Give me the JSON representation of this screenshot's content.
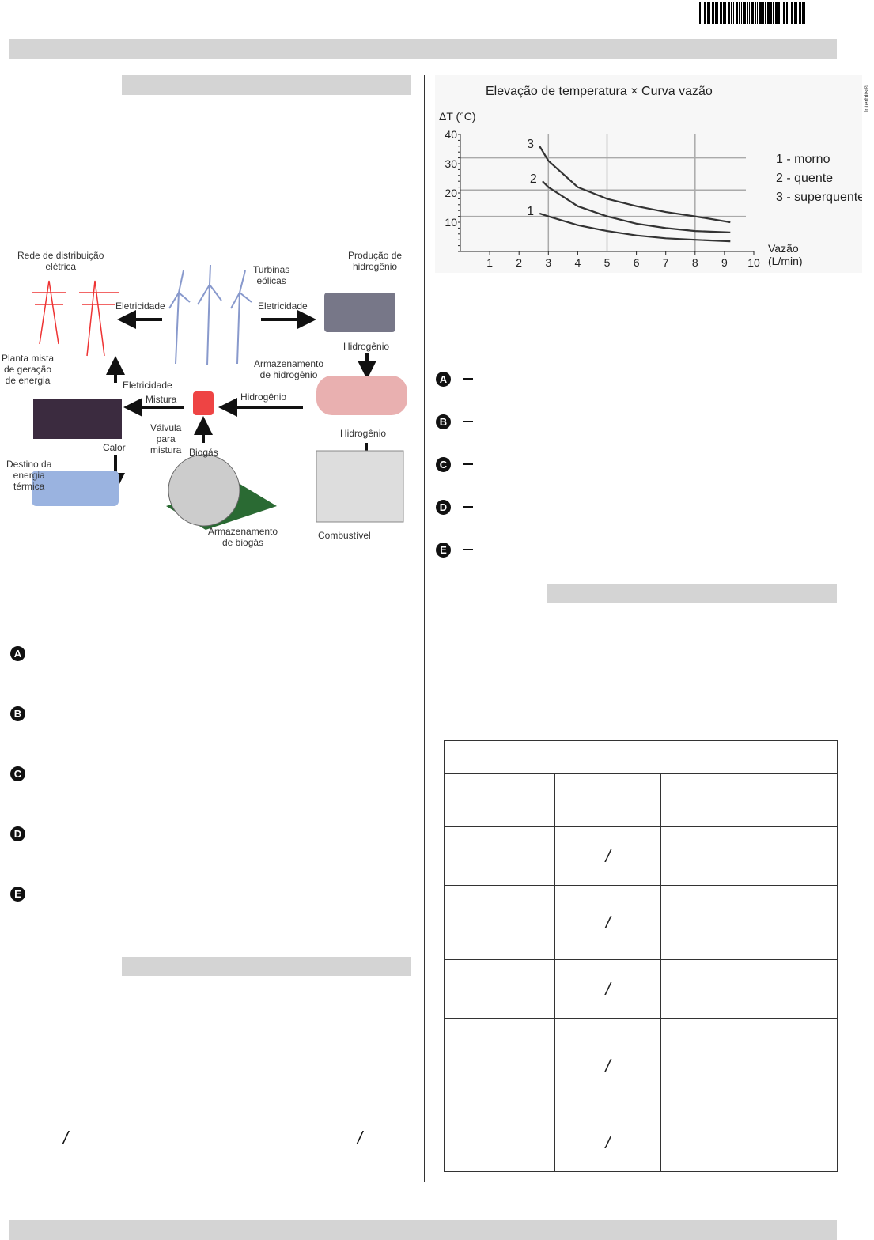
{
  "barcode": "barcode",
  "options_left": [
    "A",
    "B",
    "C",
    "D",
    "E"
  ],
  "options_right": [
    "A",
    "B",
    "C",
    "D",
    "E"
  ],
  "diagram": {
    "labels": {
      "grid": "Rede de distribuição\nelétrica",
      "turbines": "Turbinas\neólicas",
      "h2prod": "Produção de\nhidrogênio",
      "elec_left": "Eletricidade",
      "elec_right": "Eletricidade",
      "h2_1": "Hidrogênio",
      "h2store": "Armazenamento\nde hidrogênio",
      "plant": "Planta mista\nde geração\nde energia",
      "elec_up": "Eletricidade",
      "mix": "Mistura",
      "h2_2": "Hidrogênio",
      "valve": "Válvula\npara\nmistura",
      "biogas": "Biogás",
      "h2_3": "Hidrogênio",
      "heat": "Calor",
      "thermal": "Destino da\nenergia\ntérmica",
      "biostore": "Armazenamento\nde biogás",
      "fuel": "Combustível"
    }
  },
  "credit": "Interbits®",
  "table": {
    "slash": "/"
  },
  "inline_slash": "/",
  "chart_data": {
    "type": "line",
    "title": "Elevação de temperatura × Curva vazão",
    "ylabel": "ΔT (°C)",
    "xlabel": "Vazão\n(L/min)",
    "xlim": [
      0,
      10
    ],
    "ylim": [
      0,
      40
    ],
    "xticks": [
      "1",
      "2",
      "3",
      "4",
      "5",
      "6",
      "7",
      "8",
      "9",
      "10"
    ],
    "yticks": [
      "10",
      "20",
      "30",
      "40"
    ],
    "grid_x": [
      3,
      5,
      8
    ],
    "grid_y": [
      12,
      21,
      32
    ],
    "series": [
      {
        "name": "1 - morno",
        "label": "1",
        "x": [
          2.7,
          3,
          4,
          5,
          6,
          7,
          8,
          9.2
        ],
        "y": [
          13,
          12,
          9,
          7,
          5.5,
          4.5,
          4,
          3.5
        ]
      },
      {
        "name": "2 - quente",
        "label": "2",
        "x": [
          2.8,
          3,
          4,
          5,
          6,
          7,
          8,
          9.2
        ],
        "y": [
          24,
          22,
          15.5,
          12,
          9.5,
          8,
          7,
          6.5
        ]
      },
      {
        "name": "3 - superquente",
        "label": "3",
        "x": [
          2.7,
          3,
          4,
          5,
          6,
          7,
          8,
          9.2
        ],
        "y": [
          36,
          31,
          22,
          18,
          15.5,
          13.5,
          12,
          10
        ]
      }
    ],
    "legend": "right"
  }
}
